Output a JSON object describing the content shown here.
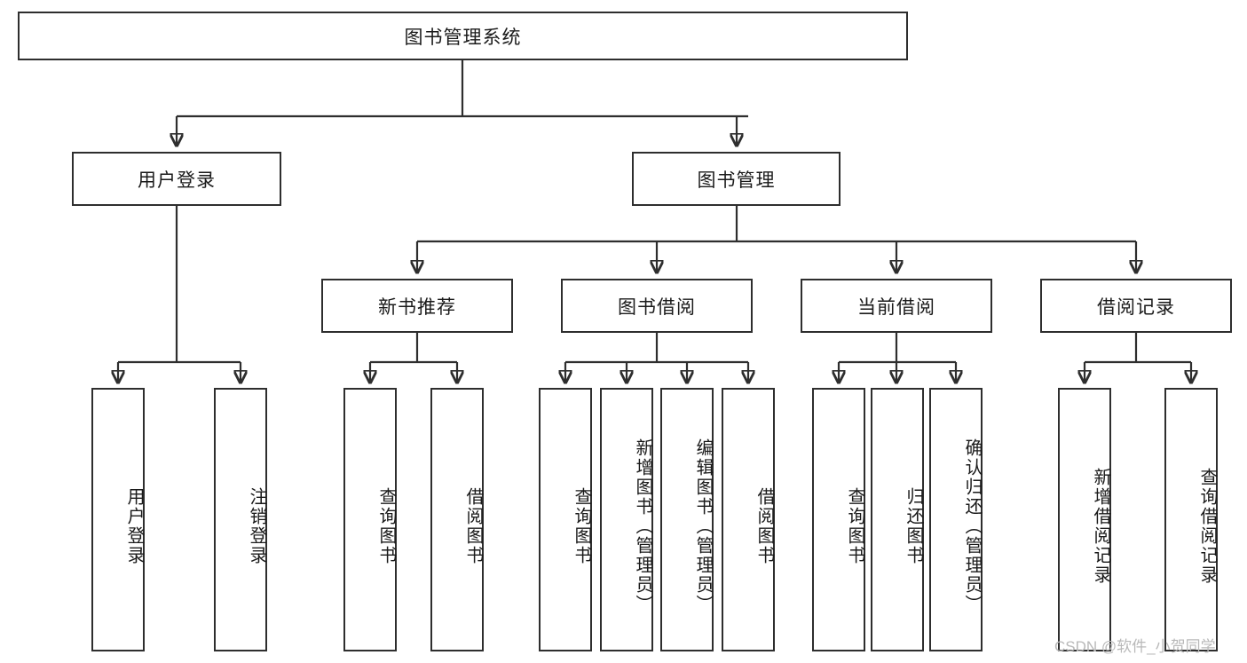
{
  "diagram": {
    "title": "图书管理系统",
    "type": "tree-hierarchy-functional-structure",
    "root": {
      "id": "root",
      "label": "图书管理系统"
    },
    "level2": [
      {
        "id": "user-login",
        "label": "用户登录"
      },
      {
        "id": "book-manage",
        "label": "图书管理"
      }
    ],
    "level3": [
      {
        "id": "new-book-rec",
        "label": "新书推荐",
        "parent": "book-manage"
      },
      {
        "id": "book-borrow",
        "label": "图书借阅",
        "parent": "book-manage"
      },
      {
        "id": "current-borrow",
        "label": "当前借阅",
        "parent": "book-manage"
      },
      {
        "id": "borrow-record",
        "label": "借阅记录",
        "parent": "book-manage"
      }
    ],
    "leaves": [
      {
        "id": "leaf-user-login",
        "label": "用户登录",
        "parent": "user-login"
      },
      {
        "id": "leaf-user-logout",
        "label": "注销登录",
        "parent": "user-login"
      },
      {
        "id": "leaf-rec-query-book",
        "label": "查询图书",
        "parent": "new-book-rec"
      },
      {
        "id": "leaf-rec-borrow-book",
        "label": "借阅图书",
        "parent": "new-book-rec"
      },
      {
        "id": "leaf-borrow-query-book",
        "label": "查询图书",
        "parent": "book-borrow"
      },
      {
        "id": "leaf-borrow-add-book",
        "label": "新增图书（管理员）",
        "parent": "book-borrow"
      },
      {
        "id": "leaf-borrow-edit-book",
        "label": "编辑图书（管理员）",
        "parent": "book-borrow"
      },
      {
        "id": "leaf-borrow-borrow-book",
        "label": "借阅图书",
        "parent": "book-borrow"
      },
      {
        "id": "leaf-cur-query-book",
        "label": "查询图书",
        "parent": "current-borrow"
      },
      {
        "id": "leaf-cur-return-book",
        "label": "归还图书",
        "parent": "current-borrow"
      },
      {
        "id": "leaf-cur-confirm-return",
        "label": "确认归还（管理员）",
        "parent": "current-borrow"
      },
      {
        "id": "leaf-rec-add-record",
        "label": "新增借阅记录",
        "parent": "borrow-record"
      },
      {
        "id": "leaf-rec-query-record",
        "label": "查询借阅记录",
        "parent": "borrow-record"
      }
    ],
    "watermark": "CSDN @软件_小贺同学",
    "colors": {
      "stroke": "#2e2e2e",
      "fill": "#ffffff",
      "text": "#1a1a1a",
      "watermark": "#b9b9b9"
    }
  }
}
